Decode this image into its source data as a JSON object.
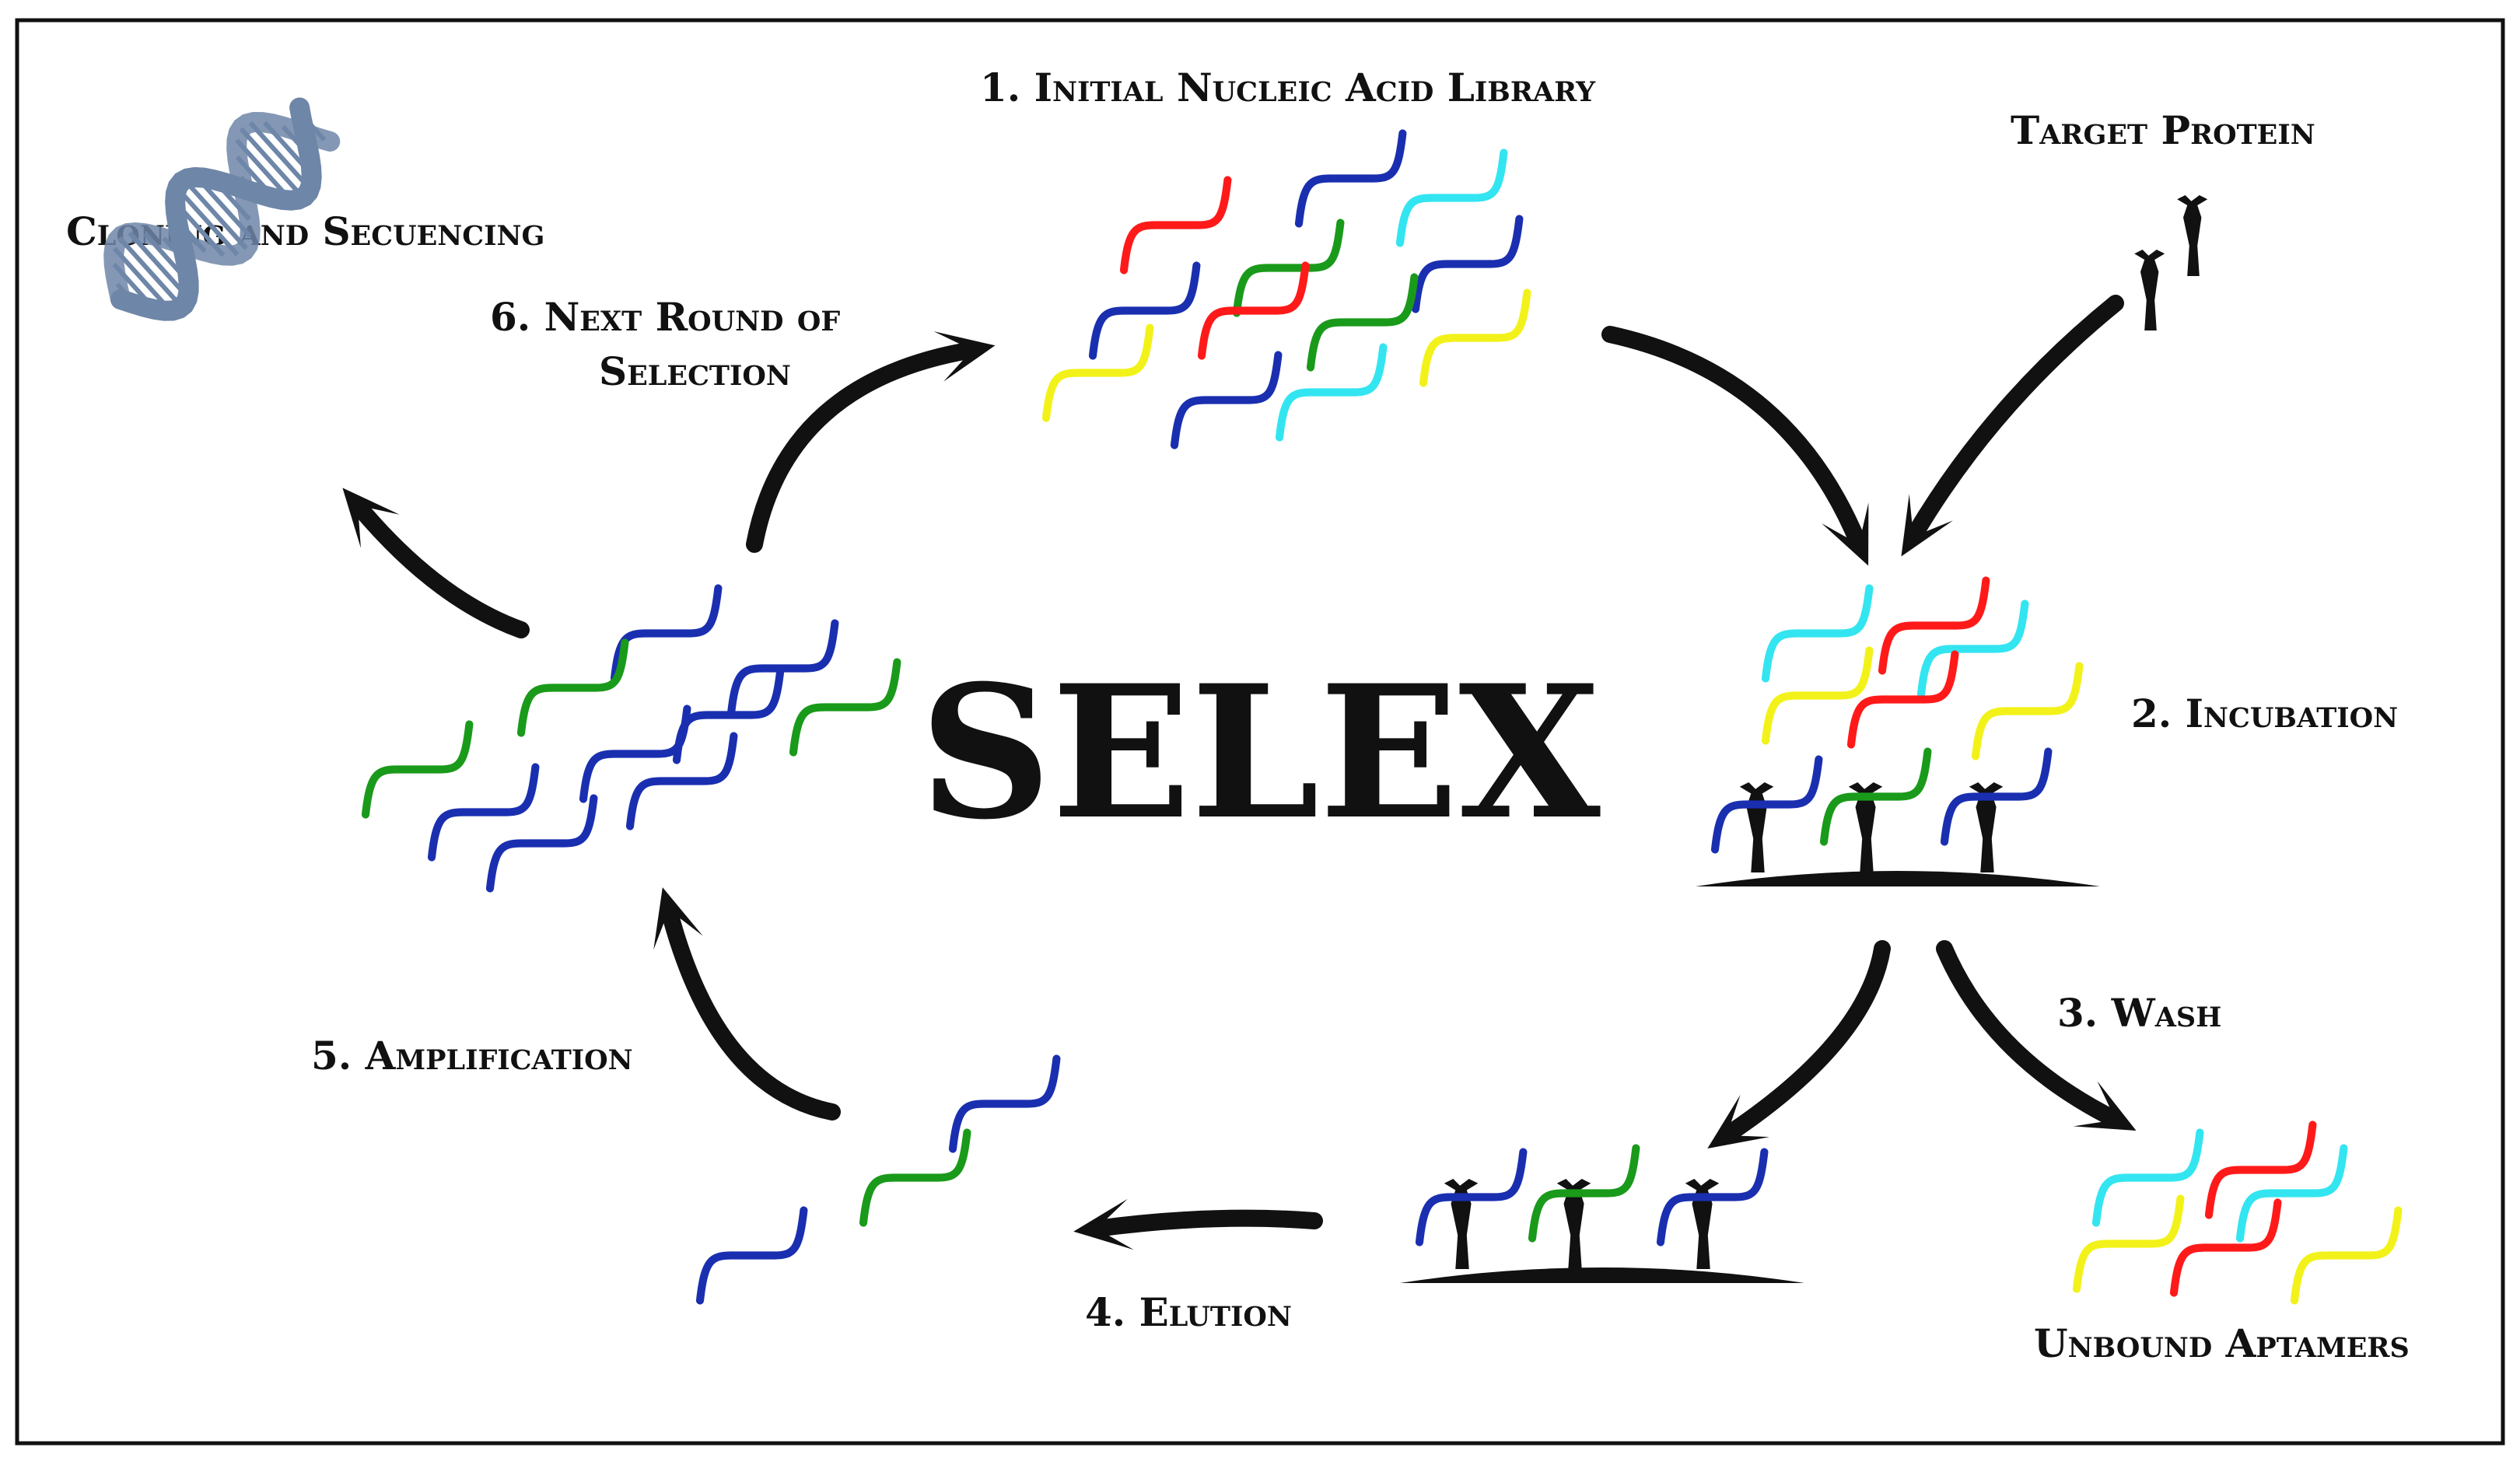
{
  "title": "SELEX",
  "steps": {
    "initial_library": "1.   Initial Nucleic Acid Library",
    "incubation": "2.   Incubation",
    "wash": "3.   Wash",
    "elution": "4.   Elution",
    "amplification": "5.   Amplification",
    "next_round_line1": "6.   Next Round of",
    "next_round_line2": "Selection"
  },
  "labels": {
    "target_protein": "Target Protein",
    "cloning": "Cloning and Secuencing",
    "unbound_aptamers": "Unbound Aptamers"
  },
  "colors": {
    "red": "#ff1a1a",
    "blue": "#1a2fb0",
    "green": "#1a9a1a",
    "cyan": "#33e5f0",
    "yellow": "#f2f21a",
    "dna": "#6e86a8",
    "ink": "#111111"
  },
  "groups": {
    "library": [
      "red",
      "blue",
      "cyan",
      "green",
      "blue",
      "blue",
      "red",
      "green",
      "yellow",
      "yellow",
      "blue",
      "cyan"
    ],
    "incubation_free": [
      "cyan",
      "red",
      "cyan",
      "yellow",
      "red",
      "yellow"
    ],
    "incubation_bound": [
      "blue",
      "green",
      "blue"
    ],
    "unbound": [
      "cyan",
      "red",
      "cyan",
      "yellow",
      "red",
      "yellow"
    ],
    "wash_bound": [
      "blue",
      "green",
      "blue"
    ],
    "eluted": [
      "blue",
      "green",
      "blue"
    ],
    "amplified": [
      "blue",
      "blue",
      "green",
      "blue",
      "green",
      "blue",
      "blue",
      "green",
      "blue",
      "blue"
    ]
  }
}
